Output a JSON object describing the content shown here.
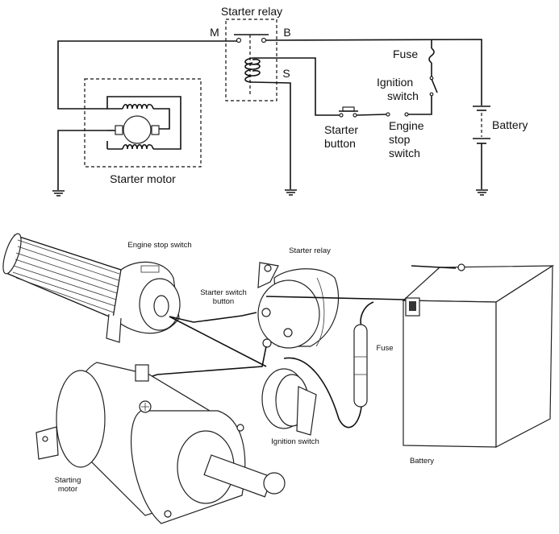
{
  "schematic": {
    "starter_relay": "Starter relay",
    "terminal_m": "M",
    "terminal_b": "B",
    "terminal_s": "S",
    "fuse": "Fuse",
    "ignition_switch": [
      "Ignition",
      "switch"
    ],
    "starter_button": [
      "Starter",
      "button"
    ],
    "engine_stop_switch": [
      "Engine",
      "stop",
      "switch"
    ],
    "battery": "Battery",
    "starter_motor": "Starter motor"
  },
  "illustration": {
    "engine_stop_switch": "Engine stop switch",
    "starter_relay": "Starter relay",
    "starter_switch_button": [
      "Starter switch",
      "button"
    ],
    "fuse": "Fuse",
    "ignition_switch": "Ignition switch",
    "battery": "Battery",
    "starting_motor": [
      "Starting",
      "motor"
    ]
  }
}
